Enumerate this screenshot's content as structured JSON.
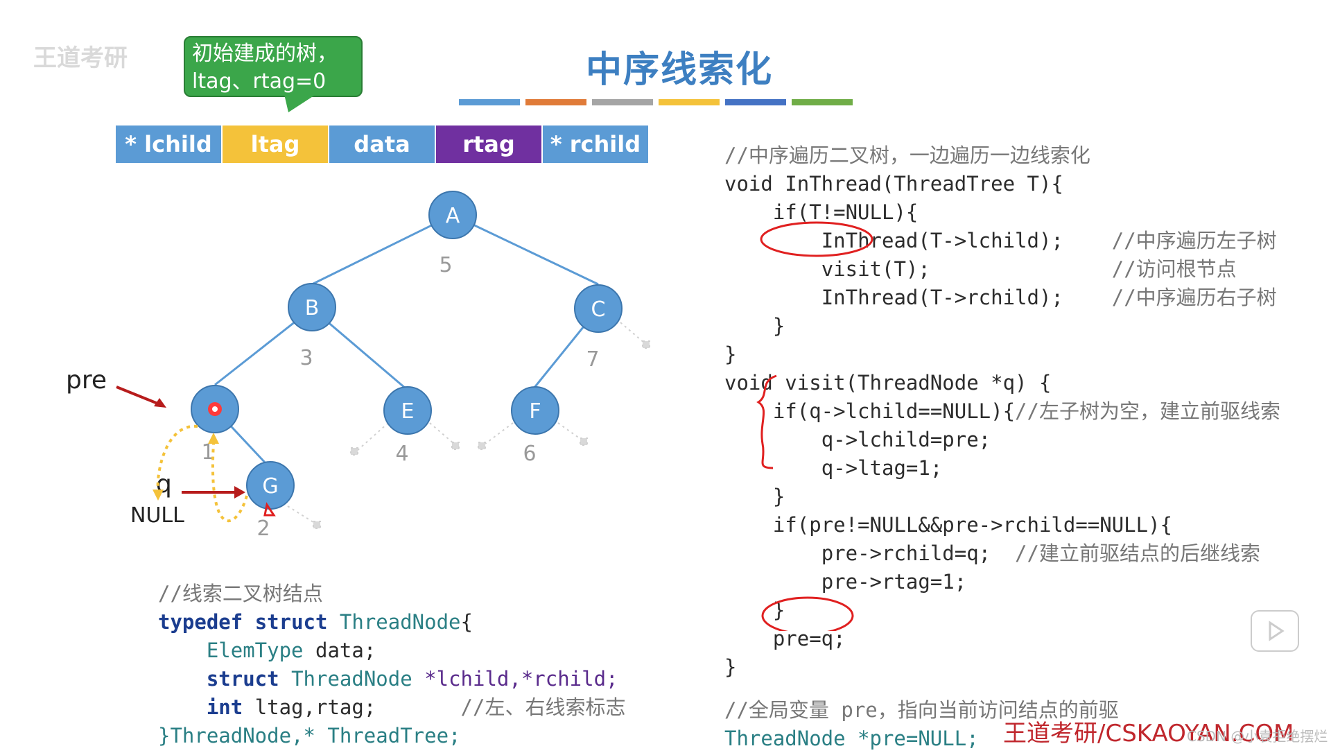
{
  "title": "中序线索化",
  "brand": "王道考研",
  "callout": {
    "line1": "初始建成的树，",
    "line2": "ltag、rtag=0"
  },
  "stripe_colors": [
    "#5b9bd5",
    "#e07b39",
    "#a5a5a5",
    "#f4c23a",
    "#4472c4",
    "#70ad47"
  ],
  "fields": [
    {
      "label": "* lchild",
      "color": "#5b9bd5"
    },
    {
      "label": "ltag",
      "color": "#f4c23a"
    },
    {
      "label": "data",
      "color": "#5b9bd5"
    },
    {
      "label": "rtag",
      "color": "#7030a0"
    },
    {
      "label": "* rchild",
      "color": "#5b9bd5"
    }
  ],
  "tree": {
    "nodes": [
      {
        "id": "A",
        "label": "A",
        "order": "5"
      },
      {
        "id": "B",
        "label": "B",
        "order": "3"
      },
      {
        "id": "C",
        "label": "C",
        "order": "7"
      },
      {
        "id": "D",
        "label": "",
        "order": "1"
      },
      {
        "id": "E",
        "label": "E",
        "order": "4"
      },
      {
        "id": "F",
        "label": "F",
        "order": "6"
      },
      {
        "id": "G",
        "label": "G",
        "order": "2"
      }
    ],
    "pre_label": "pre",
    "q_label": "q",
    "null_label": "NULL"
  },
  "code_left": {
    "comment": "//线索二叉树结点",
    "typedef_kw": "typedef",
    "struct_kw": "struct",
    "threadnode": "ThreadNode",
    "elemtype": "ElemType",
    "data": "data",
    "int_kw": "int",
    "fields_line": "ltag,rtag;",
    "tag_comment": "//左、右线索标志",
    "closing": "}ThreadNode,* ThreadTree;",
    "ptrs": "*lchild,*rchild;"
  },
  "code_right": {
    "c1": "//中序遍历二叉树，一边遍历一边线索化",
    "inthread_sig": "void InThread(ThreadTree T){",
    "if_t": "if(T!=NULL){",
    "call_left": "InThread(T->lchild);",
    "cm_left": "//中序遍历左子树",
    "visit_call": "visit(T);",
    "cm_visit": "//访问根节点",
    "call_right": "InThread(T->rchild);",
    "cm_right": "//中序遍历右子树",
    "visit_sig": "void visit(ThreadNode *q) {",
    "if_lchild": "if(q->lchild==NULL){",
    "cm_pre": "//左子树为空，建立前驱线索",
    "set_lchild": "q->lchild=pre;",
    "set_ltag": "q->ltag=1;",
    "if_pre": "if(pre!=NULL&&pre->rchild==NULL){",
    "set_rchild": "pre->rchild=q;",
    "cm_succ": "//建立前驱结点的后继线索",
    "set_rtag": "pre->rtag=1;",
    "pre_eq": "pre=q;",
    "global_cm": "//全局变量 pre，指向当前访问结点的前驱",
    "global_decl": "ThreadNode *pre=NULL;"
  },
  "footer": "王道考研/CSKAOYAN.COM",
  "watermark": "CSDN @小袁拒绝摆烂"
}
